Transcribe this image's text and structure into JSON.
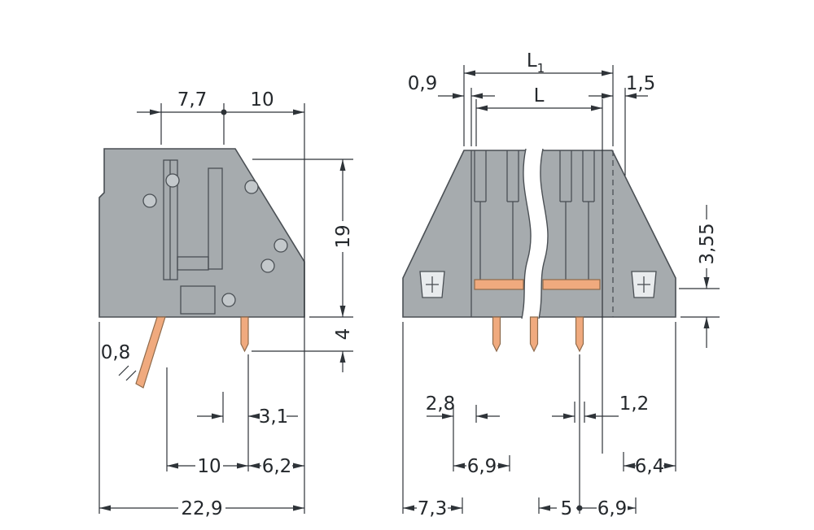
{
  "drawing": {
    "colors": {
      "body": "#a6abae",
      "outline": "#4a4f54",
      "pin": "#f0aa7e",
      "dimension": "#2e3338",
      "background": "#ffffff"
    },
    "left_view": {
      "d7_7": "7,7",
      "d10_top": "10",
      "d19": "19",
      "d4": "4",
      "d0_8": "0,8",
      "d3_1": "3,1",
      "d10_bottom": "10",
      "d6_2": "6,2",
      "d22_9": "22,9"
    },
    "right_view": {
      "dL1_base": "L",
      "dL1_sub": "1",
      "dL": "L",
      "d0_9": "0,9",
      "d1_5": "1,5",
      "d3_55": "3,55",
      "d2_8": "2,8",
      "d6_9_pitch": "6,9",
      "d1_2": "1,2",
      "d6_4": "6,4",
      "d7_3": "7,3",
      "d5": "5",
      "d6_9_end": "6,9"
    }
  }
}
